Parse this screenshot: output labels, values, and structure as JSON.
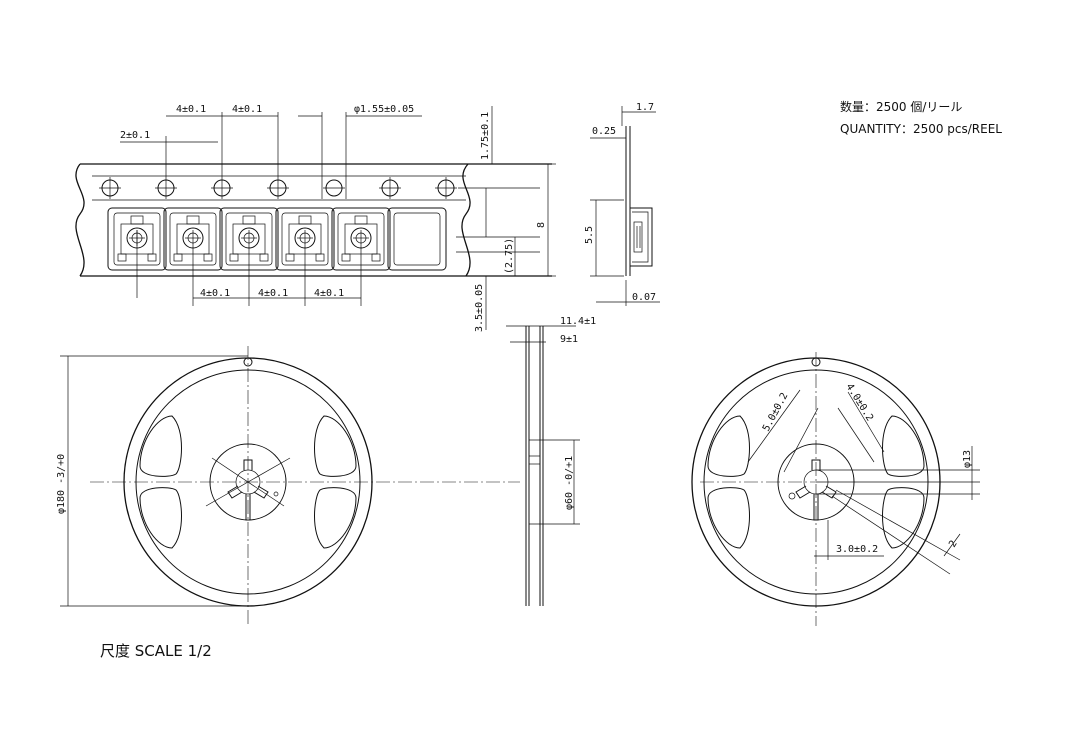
{
  "notes": {
    "quantity_jp": "数量：2500 個/リール",
    "quantity_en": "QUANTITY：2500 pcs/REEL",
    "scale": "尺度 SCALE 1/2"
  },
  "tape_dims": {
    "pitch_top_a": "4±0.1",
    "pitch_top_b": "4±0.1",
    "hole_offset": "2±0.1",
    "hole_dia": "φ1.55±0.05",
    "edge_to_hole": "1.75±0.1",
    "width": "8",
    "pocket_offset": "(2.75)",
    "hole_to_pocket": "3.5±0.05",
    "pitch_bottom_a": "4±0.1",
    "pitch_bottom_b": "4±0.1",
    "pitch_bottom_c": "4±0.1"
  },
  "section_dims": {
    "total_thickness": "1.7",
    "cover_thickness": "0.25",
    "pocket_width": "5.5",
    "base_thickness": "0.07"
  },
  "reel_dims": {
    "outer_dia": "φ180 -3/+0",
    "flange_width": "11.4±1",
    "hub_width": "9±1",
    "hub_dia": "φ60 -0/+1",
    "slot_a": "5.0±0.2",
    "slot_b": "4.0±0.2",
    "spindle_dia": "φ13",
    "key_width": "3.0±0.2",
    "key_depth": "2"
  }
}
